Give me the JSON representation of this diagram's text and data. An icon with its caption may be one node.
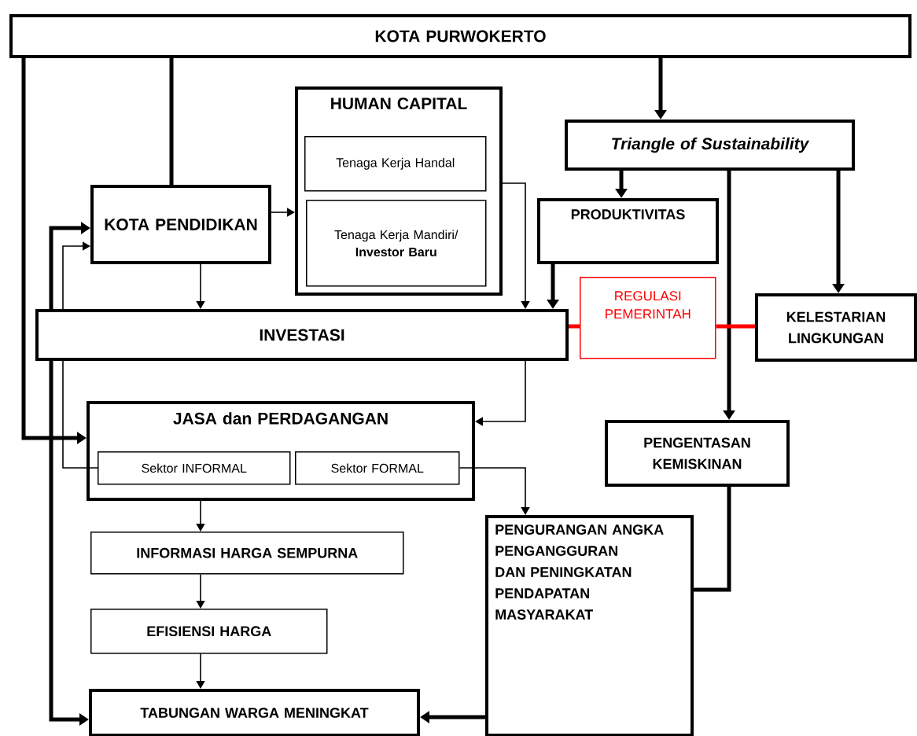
{
  "diagram": {
    "nodes": [
      {
        "text": [
          "KOTA PURWOKERTO"
        ]
      },
      {
        "text": [
          "HUMAN CAPITAL"
        ]
      },
      {
        "text": [
          "Tenaga Kerja Handal"
        ],
        "in": 1
      },
      {
        "text": [
          "Tenaga Kerja Mandiri/ **Investor Baru**"
        ],
        "in": 1
      },
      {
        "text": [
          "Triangle of Sustainability"
        ]
      },
      {
        "text": [
          "KOTA PENDIDIKAN"
        ]
      },
      {
        "text": [
          "PRODUKTIVITAS"
        ]
      },
      {
        "text": [
          "INVESTASI"
        ]
      },
      {
        "text": [
          "REGULASI PEMERINTAH"
        ]
      },
      {
        "text": [
          "KELESTARIAN LINGKUNGAN"
        ]
      },
      {
        "text": [
          "JASA dan PERDAGANGAN"
        ]
      },
      {
        "text": [
          "Sektor INFORMAL"
        ],
        "in": 10
      },
      {
        "text": [
          "Sektor FORMAL"
        ],
        "in": 10
      },
      {
        "text": [
          "PENGENTASAN KEMISKINAN"
        ]
      },
      {
        "text": [
          "INFORMASI HARGA SEMPURNA"
        ]
      },
      {
        "text": [
          "PENGURANGAN ANGKA PENGANGGURAN DAN PENINGKATAN PENDAPATAN MASYARAKAT"
        ]
      },
      {
        "text": [
          "EFISIENSI HARGA"
        ]
      },
      {
        "text": [
          "TABUNGAN WARGA MENINGKAT"
        ]
      }
    ],
    "edges": [
      {
        "from": 0,
        "to": 5,
        "arrow": "none"
      },
      {
        "from": 0,
        "to": 10,
        "arrow": "to"
      },
      {
        "from": 0,
        "to": 4,
        "arrow": "to"
      },
      {
        "from": 4,
        "to": 6,
        "arrow": "to"
      },
      {
        "from": 4,
        "to": 13,
        "arrow": "to"
      },
      {
        "from": 4,
        "to": 9,
        "arrow": "to"
      },
      {
        "from": 5,
        "to": 1,
        "arrow": "to"
      },
      {
        "from": 5,
        "to": 7,
        "arrow": "to"
      },
      {
        "from": 1,
        "to": 7,
        "arrow": "to"
      },
      {
        "from": 6,
        "to": 7,
        "arrow": "to"
      },
      {
        "from": 7,
        "to": 8,
        "arrow": "none",
        "color": "#ff0000"
      },
      {
        "from": 8,
        "to": 9,
        "arrow": "none",
        "color": "#ff0000"
      },
      {
        "from": 7,
        "to": 5,
        "arrow": "to"
      },
      {
        "from": 7,
        "to": 17,
        "arrow": "to"
      },
      {
        "from": 11,
        "to": 7,
        "arrow": "none"
      },
      {
        "from": 7,
        "to": 5,
        "arrow": "to"
      },
      {
        "from": 7,
        "to": 10,
        "arrow": "to"
      },
      {
        "from": 10,
        "to": 14,
        "arrow": "to"
      },
      {
        "from": 14,
        "to": 16,
        "arrow": "to"
      },
      {
        "from": 16,
        "to": 17,
        "arrow": "to"
      },
      {
        "from": 12,
        "to": 15,
        "arrow": "to"
      },
      {
        "from": 13,
        "to": 15,
        "arrow": "none"
      },
      {
        "from": 15,
        "to": 17,
        "arrow": "to"
      }
    ]
  }
}
